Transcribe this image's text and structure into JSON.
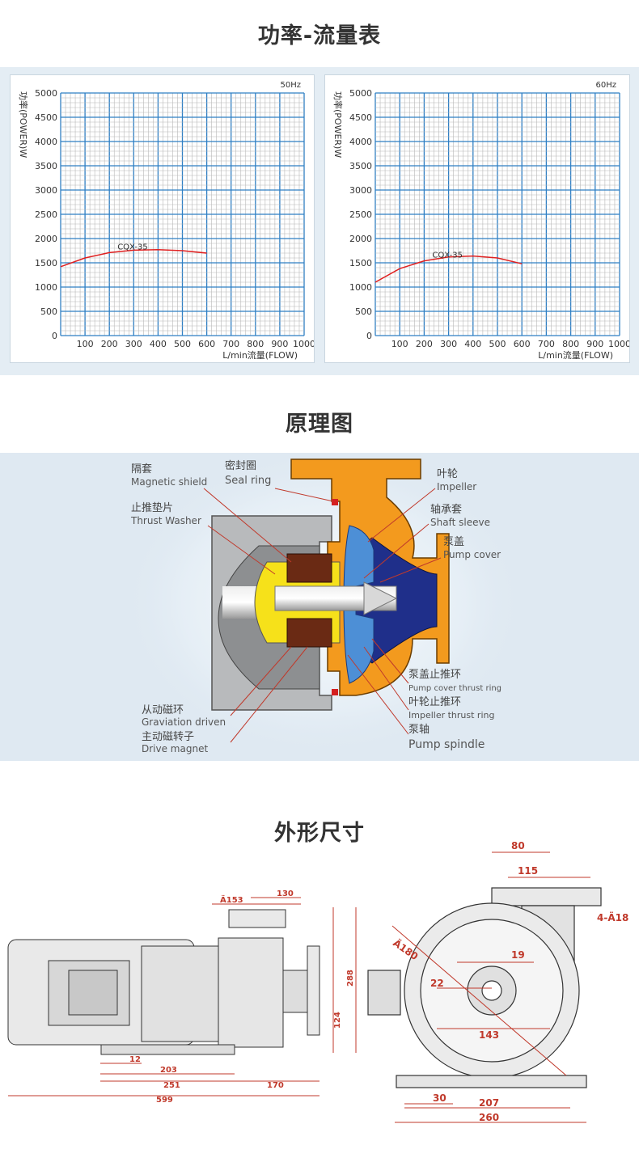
{
  "titles": {
    "power_flow": "功率-流量表",
    "principle": "原理图",
    "dimensions": "外形尺寸"
  },
  "chart_data": [
    {
      "type": "line",
      "frequency_label": "50Hz",
      "ylabel": "功率(POWER)W",
      "xlabel": "L/min流量(FLOW)",
      "x_ticks": [
        "100",
        "200",
        "300",
        "400",
        "500",
        "600",
        "700",
        "800",
        "900",
        "1000"
      ],
      "y_ticks": [
        "0",
        "500",
        "1000",
        "1500",
        "2000",
        "2500",
        "3000",
        "3500",
        "4000",
        "4500",
        "5000"
      ],
      "xlim": [
        0,
        1000
      ],
      "ylim": [
        0,
        5000
      ],
      "grid": true,
      "series": [
        {
          "name": "CQX-35",
          "color": "#e02020",
          "x": [
            0,
            100,
            200,
            300,
            400,
            500,
            600
          ],
          "y": [
            1420,
            1600,
            1710,
            1760,
            1770,
            1750,
            1700
          ]
        }
      ]
    },
    {
      "type": "line",
      "frequency_label": "60Hz",
      "ylabel": "功率(POWER)W",
      "xlabel": "L/min流量(FLOW)",
      "x_ticks": [
        "100",
        "200",
        "300",
        "400",
        "500",
        "600",
        "700",
        "800",
        "900",
        "1000"
      ],
      "y_ticks": [
        "0",
        "500",
        "1000",
        "1500",
        "2000",
        "2500",
        "3000",
        "3500",
        "4000",
        "4500",
        "5000"
      ],
      "xlim": [
        0,
        1000
      ],
      "ylim": [
        0,
        5000
      ],
      "grid": true,
      "series": [
        {
          "name": "CQX-35",
          "color": "#e02020",
          "x": [
            0,
            100,
            200,
            300,
            400,
            500,
            600
          ],
          "y": [
            1100,
            1380,
            1540,
            1620,
            1640,
            1600,
            1480
          ]
        }
      ]
    }
  ],
  "principle_labels": {
    "magnetic_shield_cn": "隔套",
    "magnetic_shield_en": "Magnetic shield",
    "seal_ring_cn": "密封圈",
    "seal_ring_en": "Seal ring",
    "thrust_washer_cn": "止推垫片",
    "thrust_washer_en": "Thrust Washer",
    "impeller_cn": "叶轮",
    "impeller_en": "Impeller",
    "shaft_sleeve_cn": "轴承套",
    "shaft_sleeve_en": "Shaft sleeve",
    "pump_cover_cn": "泵盖",
    "pump_cover_en": "Pump cover",
    "cover_thrust_cn": "泵盖止推环",
    "cover_thrust_en": "Pump cover thrust ring",
    "impeller_thrust_cn": "叶轮止推环",
    "impeller_thrust_en": "Impeller thrust ring",
    "spindle_cn": "泵轴",
    "spindle_en": "Pump spindle",
    "gravitation_cn": "从动磁环",
    "gravitation_en": "Graviation driven",
    "drive_magnet_cn": "主动磁转子",
    "drive_magnet_en": "Drive magnet"
  },
  "dimensions": {
    "side": {
      "d153": "Ä153",
      "d130": "130",
      "d288": "288",
      "d124": "124",
      "d12": "12",
      "d203": "203",
      "d251": "251",
      "d170": "170",
      "d599": "599"
    },
    "front": {
      "d80": "80",
      "d115": "115",
      "d4a18": "4-Ä18",
      "d180": "Ä180",
      "d19": "19",
      "d22": "22",
      "d143": "143",
      "d30": "30",
      "d207": "207",
      "d260": "260"
    }
  }
}
